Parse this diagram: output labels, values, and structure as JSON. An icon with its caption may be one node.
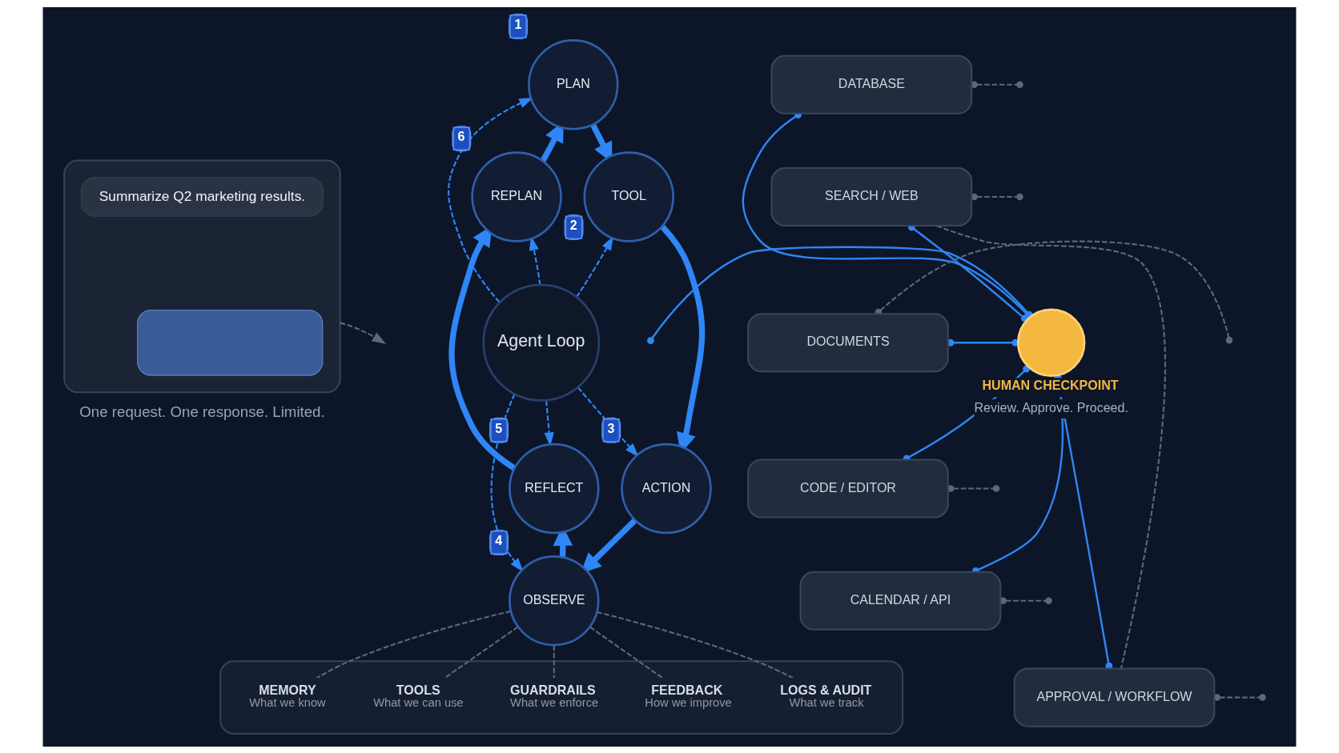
{
  "diagram": {
    "nodes": [
      {
        "text": [],
        "shape": "box",
        "beside": [
          "One request. One response. Limited."
        ]
      },
      {
        "text": [
          "Summarize Q2 marketing results."
        ],
        "in": 0
      },
      {
        "text": [],
        "shape": "box",
        "in": 0
      },
      {
        "text": [
          "Agent Loop"
        ]
      },
      {
        "text": [
          "PLAN"
        ],
        "beside": [
          "1"
        ]
      },
      {
        "text": [
          "TOOL"
        ],
        "beside": [
          "2"
        ]
      },
      {
        "text": [
          "ACTION"
        ],
        "beside": [
          "3"
        ]
      },
      {
        "text": [
          "OBSERVE"
        ],
        "beside": [
          "4"
        ]
      },
      {
        "text": [
          "REFLECT"
        ],
        "beside": [
          "5"
        ]
      },
      {
        "text": [
          "REPLAN"
        ],
        "beside": [
          "6"
        ]
      },
      {
        "text": [
          "HUMAN CHECKPOINT",
          "Review. Approve. Proceed."
        ]
      },
      {
        "text": [
          "DATABASE"
        ]
      },
      {
        "text": [
          "SEARCH / WEB"
        ]
      },
      {
        "text": [
          "DOCUMENTS"
        ]
      },
      {
        "text": [
          "CODE / EDITOR"
        ]
      },
      {
        "text": [
          "CALENDAR / API"
        ]
      },
      {
        "text": [
          "APPROVAL / WORKFLOW"
        ]
      },
      {
        "text": [],
        "shape": "box"
      },
      {
        "text": [
          "MEMORY",
          "What we know"
        ],
        "in": 17
      },
      {
        "text": [
          "TOOLS",
          "What we can use"
        ],
        "in": 17
      },
      {
        "text": [
          "GUARDRAILS",
          "What we enforce"
        ],
        "in": 17
      },
      {
        "text": [
          "FEEDBACK",
          "How we improve"
        ],
        "in": 17
      },
      {
        "text": [
          "LOGS & AUDIT",
          "What we track"
        ],
        "in": 17
      }
    ],
    "edges": [
      {
        "from": 0,
        "to": null,
        "arrow": "to",
        "style": "dashed",
        "color": "#5b687d"
      },
      {
        "from": 4,
        "to": 5,
        "arrow": "to",
        "style": "thick"
      },
      {
        "from": 5,
        "to": 6,
        "arrow": "to",
        "style": "thick"
      },
      {
        "from": 6,
        "to": 7,
        "arrow": "to",
        "style": "thick"
      },
      {
        "from": 7,
        "to": 8,
        "arrow": "to",
        "style": "thick"
      },
      {
        "from": 8,
        "to": 9,
        "arrow": "to",
        "style": "thick"
      },
      {
        "from": 9,
        "to": 4,
        "arrow": "to",
        "style": "thick"
      },
      {
        "from": 3,
        "to": 4,
        "arrow": "to",
        "style": "dashed"
      },
      {
        "from": 3,
        "to": 5,
        "arrow": "to",
        "style": "dashed"
      },
      {
        "from": 3,
        "to": 6,
        "arrow": "to",
        "style": "dashed"
      },
      {
        "from": 3,
        "to": 7,
        "arrow": "to",
        "style": "dashed"
      },
      {
        "from": 3,
        "to": 8,
        "arrow": "to",
        "style": "dashed"
      },
      {
        "from": 3,
        "to": 9,
        "arrow": "to",
        "style": "dashed"
      },
      {
        "from": null,
        "to": 10,
        "arrow": "other"
      },
      {
        "from": 10,
        "to": 11,
        "arrow": "other"
      },
      {
        "from": 10,
        "to": 12,
        "arrow": "other"
      },
      {
        "from": 10,
        "to": 13,
        "arrow": "other"
      },
      {
        "from": 10,
        "to": 14,
        "arrow": "other"
      },
      {
        "from": 10,
        "to": 15,
        "arrow": "other"
      },
      {
        "from": 10,
        "to": 16,
        "arrow": "other"
      },
      {
        "from": 12,
        "to": 16,
        "arrow": "none",
        "style": "dashed",
        "color": "#5b687d"
      },
      {
        "from": 11,
        "to": null,
        "arrow": "other",
        "style": "dashed",
        "color": "#5b687d"
      },
      {
        "from": 12,
        "to": null,
        "arrow": "other",
        "style": "dashed",
        "color": "#5b687d"
      },
      {
        "from": 13,
        "to": null,
        "arrow": "other",
        "style": "dashed",
        "color": "#5b687d"
      },
      {
        "from": 14,
        "to": null,
        "arrow": "other",
        "style": "dashed",
        "color": "#5b687d"
      },
      {
        "from": 15,
        "to": null,
        "arrow": "other",
        "style": "dashed",
        "color": "#5b687d"
      },
      {
        "from": 16,
        "to": null,
        "arrow": "other",
        "style": "dashed",
        "color": "#5b687d"
      },
      {
        "from": 7,
        "to": 18,
        "arrow": "none",
        "style": "dashed",
        "color": "#5b687d"
      },
      {
        "from": 7,
        "to": 19,
        "arrow": "none",
        "style": "dashed",
        "color": "#5b687d"
      },
      {
        "from": 7,
        "to": 20,
        "arrow": "none",
        "style": "dashed",
        "color": "#5b687d"
      },
      {
        "from": 7,
        "to": 21,
        "arrow": "none",
        "style": "dashed",
        "color": "#5b687d"
      },
      {
        "from": 7,
        "to": 22,
        "arrow": "none",
        "style": "dashed",
        "color": "#5b687d"
      }
    ]
  }
}
